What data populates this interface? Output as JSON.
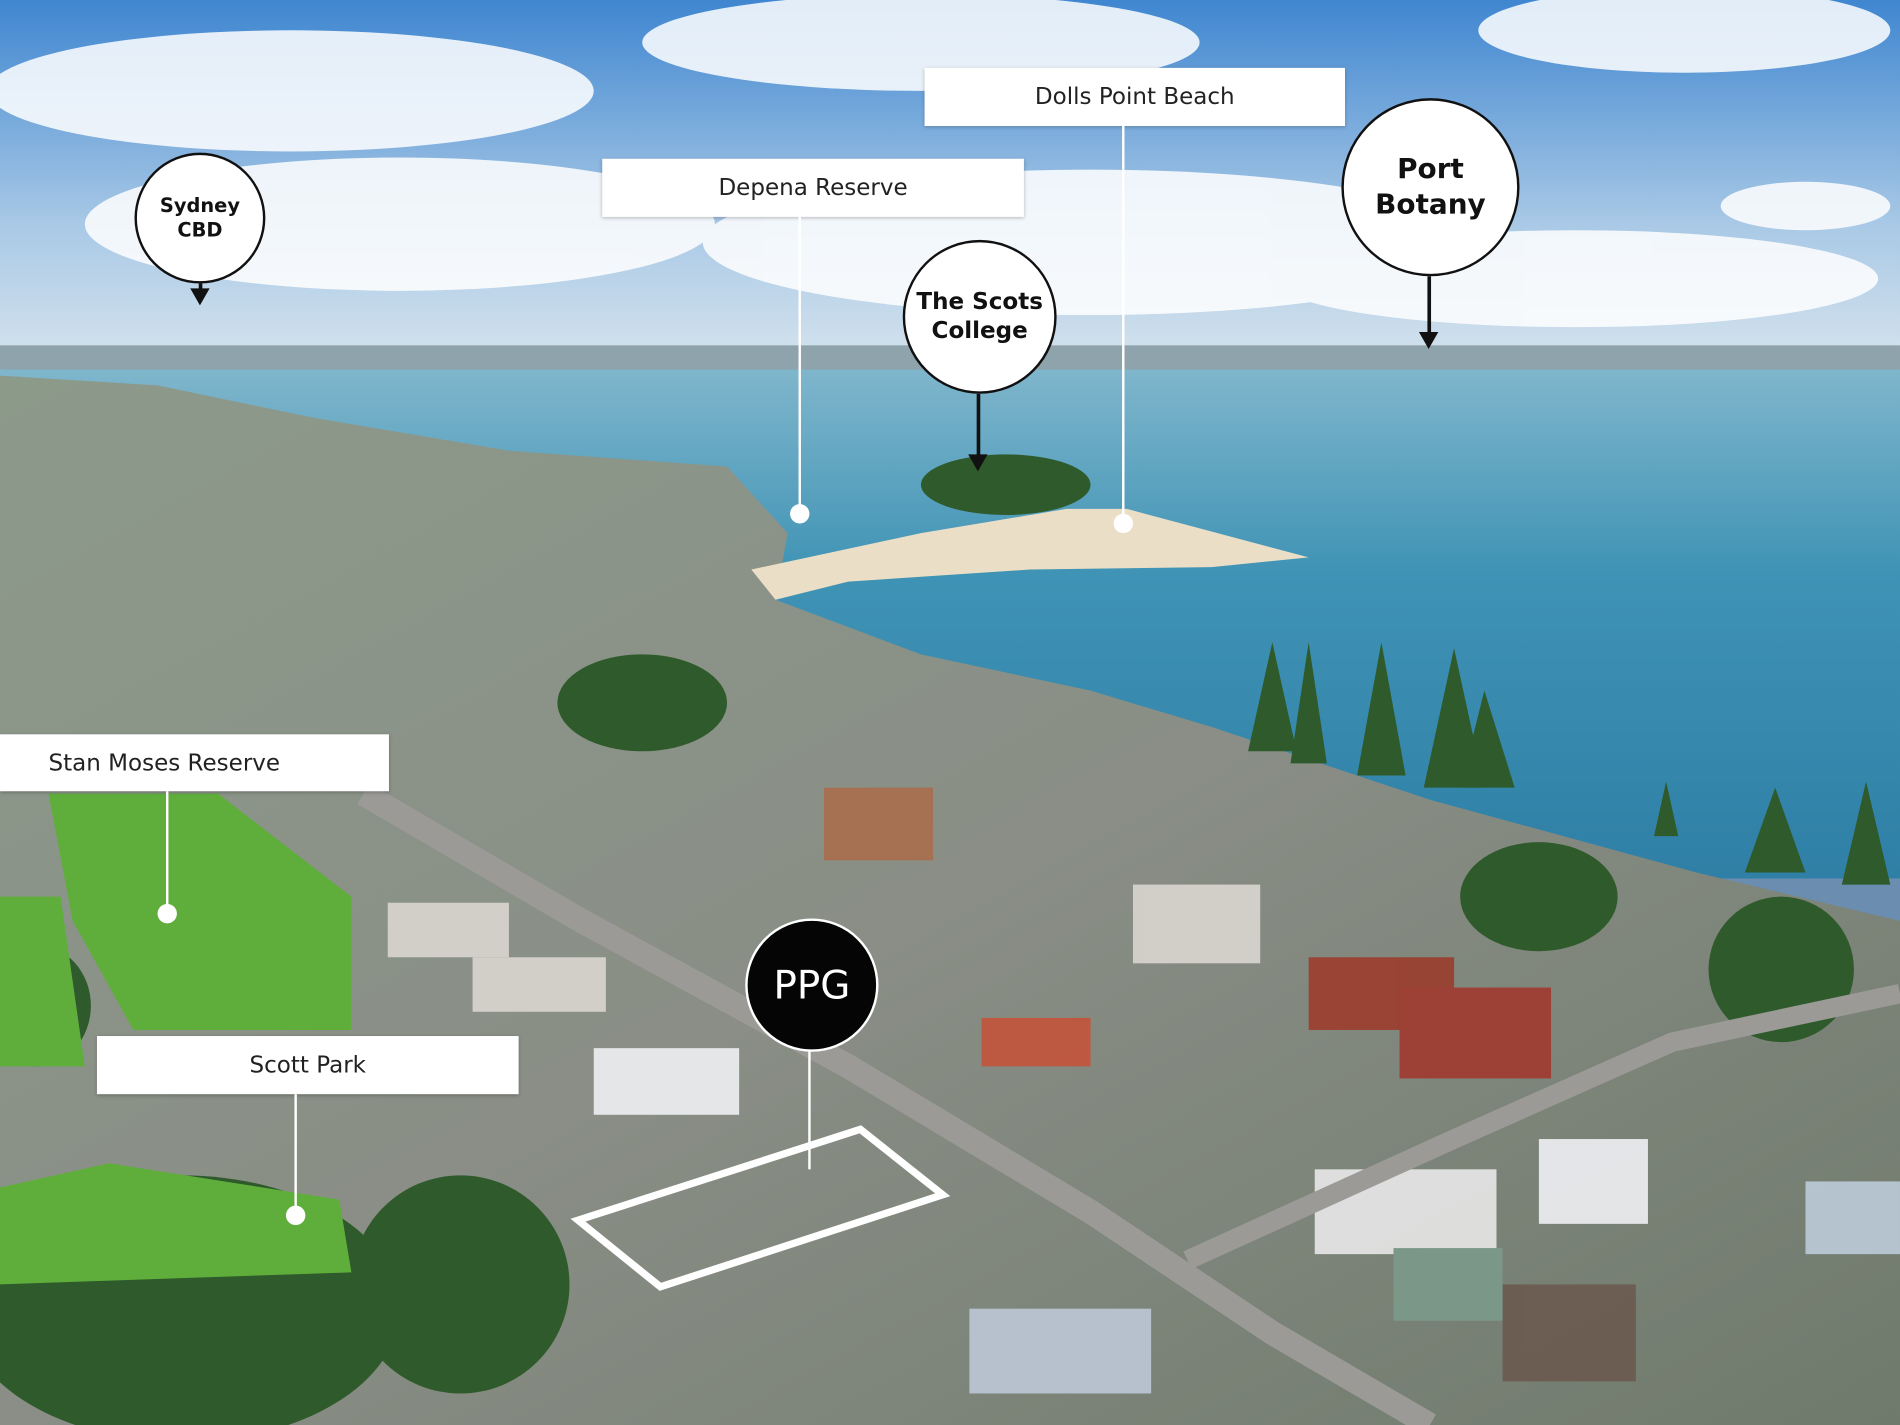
{
  "labels": {
    "sydney_cbd": "Sydney\nCBD",
    "depena_reserve": "Depena Reserve",
    "dolls_point_beach": "Dolls Point Beach",
    "port_botany": "Port\nBotany",
    "scots_college": "The Scots\nCollege",
    "stan_moses_reserve": "Stan Moses Reserve",
    "scott_park": "Scott Park",
    "ppg": "PPG"
  },
  "colors": {
    "sky": "#5f97d4",
    "water": "#3f93b5",
    "land": "#7d8a78",
    "grass": "#5fae3c",
    "outline": "#ffffff"
  }
}
